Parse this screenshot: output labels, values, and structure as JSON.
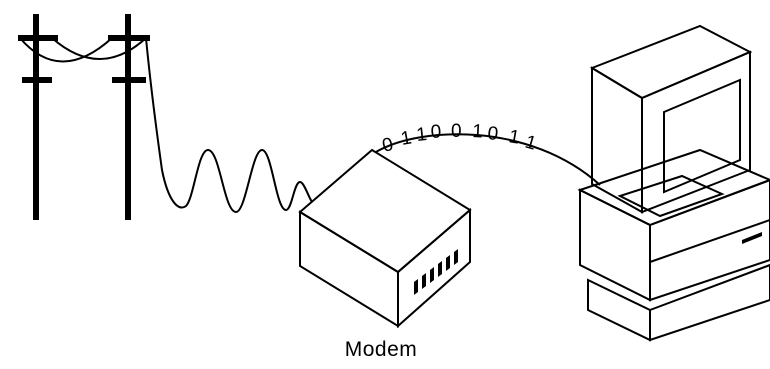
{
  "labels": {
    "modem": "Modem",
    "bits": [
      "0",
      "1",
      "1",
      "0",
      "0",
      "1",
      "0",
      "1",
      "1"
    ]
  },
  "icons": [
    "utility-pole-icon",
    "modem-icon",
    "computer-icon"
  ]
}
